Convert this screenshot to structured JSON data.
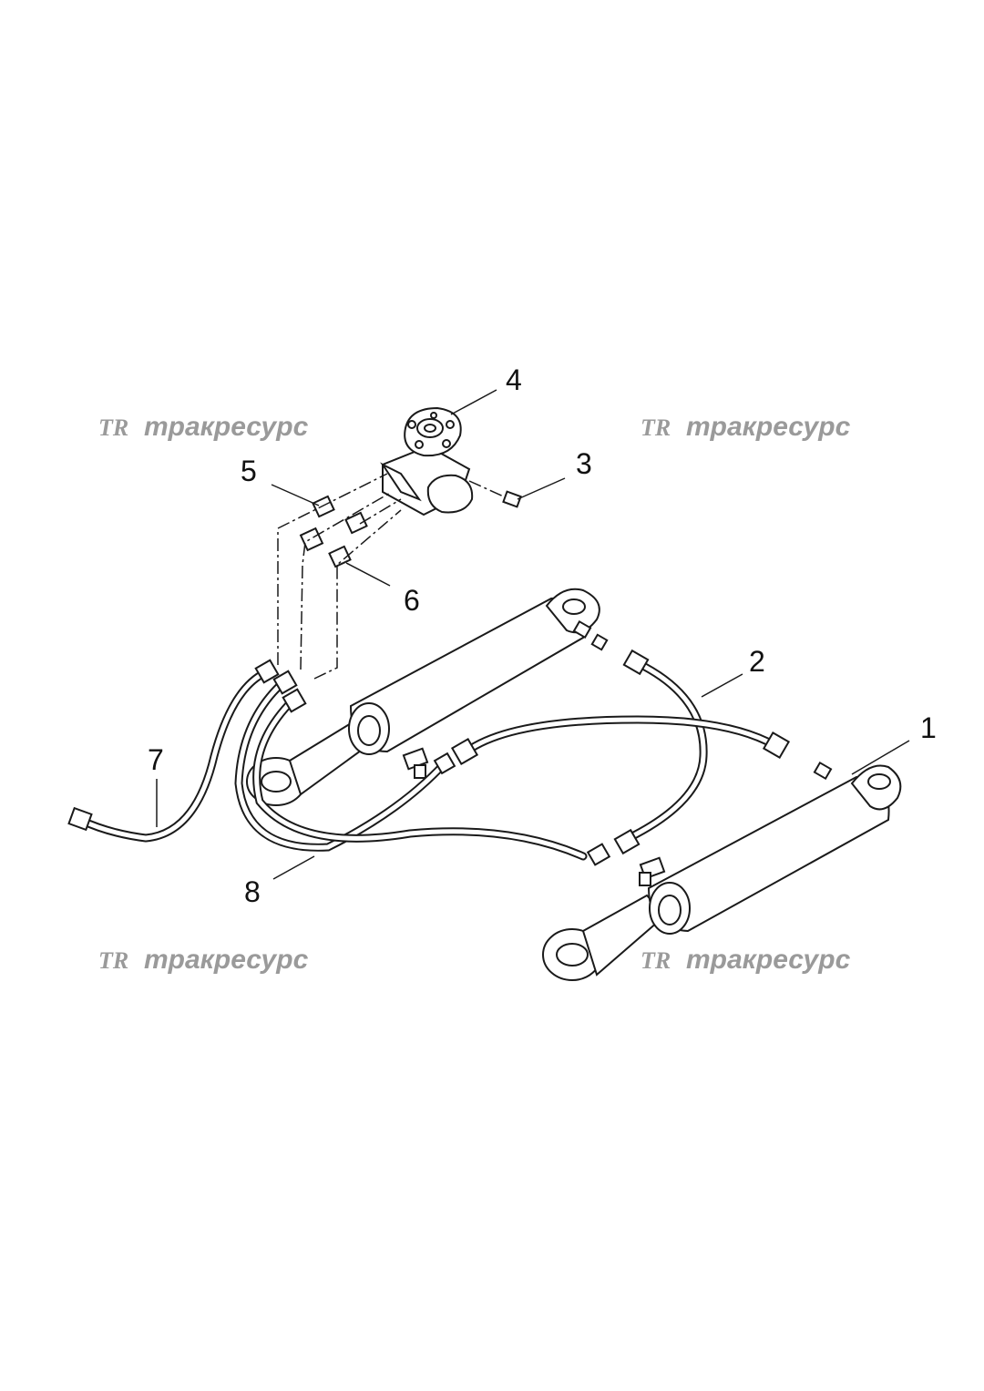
{
  "diagram": {
    "callouts": [
      {
        "id": "callout-1",
        "text": "1"
      },
      {
        "id": "callout-2",
        "text": "2"
      },
      {
        "id": "callout-3",
        "text": "3"
      },
      {
        "id": "callout-4",
        "text": "4"
      },
      {
        "id": "callout-5",
        "text": "5"
      },
      {
        "id": "callout-6",
        "text": "6"
      },
      {
        "id": "callout-7",
        "text": "7"
      },
      {
        "id": "callout-8",
        "text": "8"
      }
    ],
    "watermark": {
      "logo": "TR",
      "text": "тракресурс",
      "color": "#9a9a9a"
    }
  }
}
